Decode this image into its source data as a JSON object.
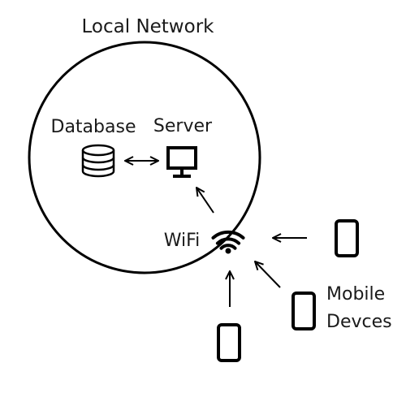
{
  "diagram": {
    "title": "Local Network",
    "nodes": {
      "database": {
        "label": "Database",
        "icon": "database-icon"
      },
      "server": {
        "label": "Server",
        "icon": "monitor-icon"
      },
      "wifi": {
        "label": "WiFi",
        "icon": "wifi-icon"
      },
      "mobile": {
        "label_line1": "Mobile",
        "label_line2": "Devces",
        "icon": "mobile-phone-icon"
      }
    },
    "connections": [
      {
        "from": "database",
        "to": "server",
        "style": "bidirectional"
      },
      {
        "from": "wifi",
        "to": "server",
        "style": "arrow"
      },
      {
        "from": "mobile-right",
        "to": "wifi",
        "style": "arrow"
      },
      {
        "from": "mobile-middle",
        "to": "wifi",
        "style": "arrow"
      },
      {
        "from": "mobile-bottom",
        "to": "wifi",
        "style": "arrow"
      }
    ],
    "colors": {
      "stroke": "#000000",
      "text": "#1a1a1a",
      "background": "#ffffff"
    }
  }
}
